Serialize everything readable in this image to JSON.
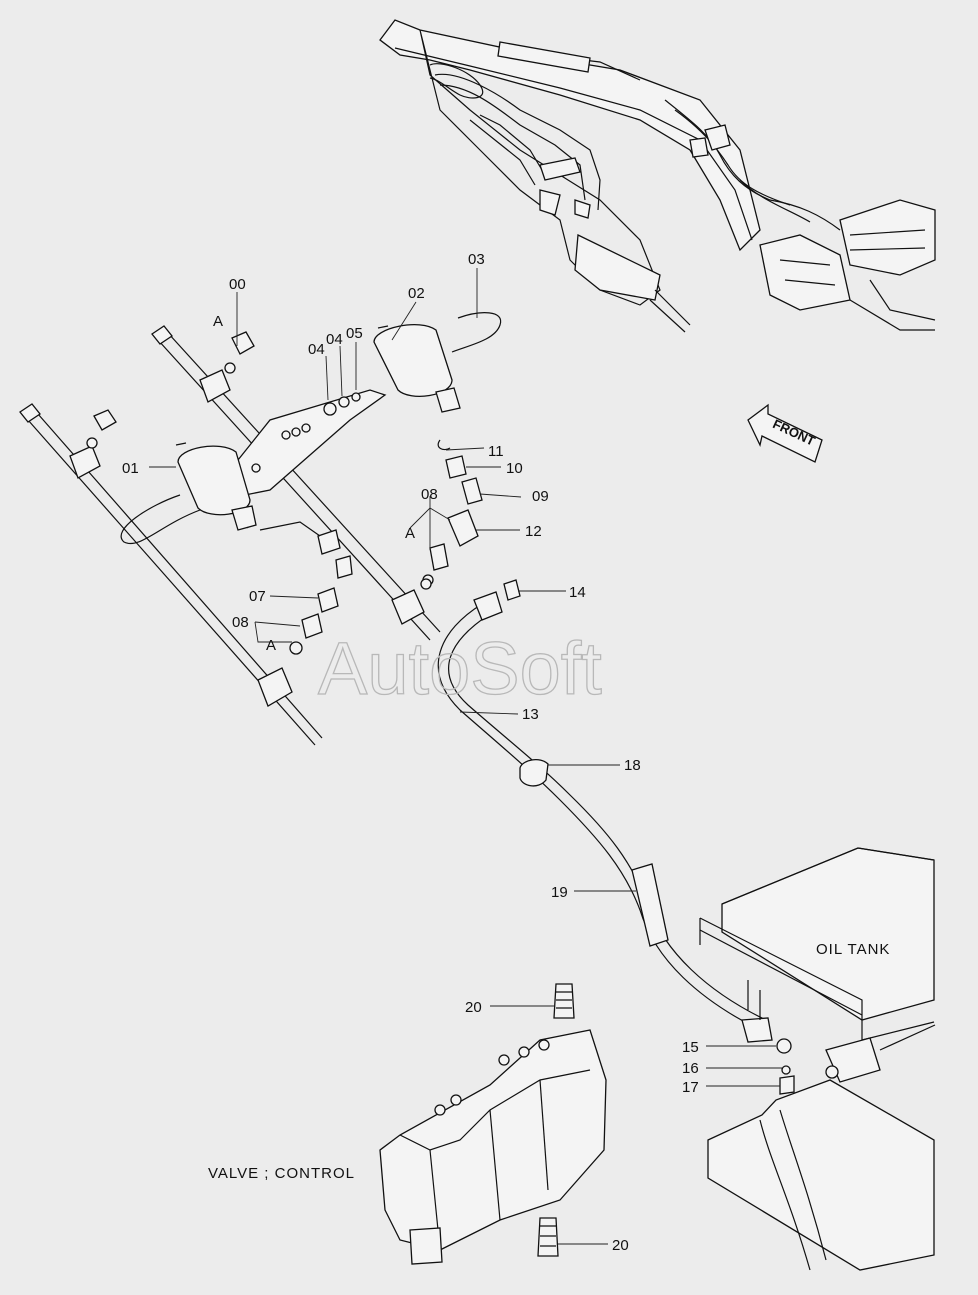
{
  "watermark": "AutoSoft",
  "direction_label": "FRONT",
  "assembly_labels": {
    "oil_tank": "OIL TANK",
    "control_valve": "VALVE ; CONTROL"
  },
  "detail_marker": "A",
  "callouts": [
    {
      "id": "callout-00",
      "text": "00"
    },
    {
      "id": "callout-01",
      "text": "01"
    },
    {
      "id": "callout-02",
      "text": "02"
    },
    {
      "id": "callout-03",
      "text": "03"
    },
    {
      "id": "callout-04a",
      "text": "04"
    },
    {
      "id": "callout-04b",
      "text": "04"
    },
    {
      "id": "callout-05",
      "text": "05"
    },
    {
      "id": "callout-07",
      "text": "07"
    },
    {
      "id": "callout-08a",
      "text": "08"
    },
    {
      "id": "callout-08b",
      "text": "08"
    },
    {
      "id": "callout-09",
      "text": "09"
    },
    {
      "id": "callout-10",
      "text": "10"
    },
    {
      "id": "callout-11",
      "text": "11"
    },
    {
      "id": "callout-12",
      "text": "12"
    },
    {
      "id": "callout-13",
      "text": "13"
    },
    {
      "id": "callout-14",
      "text": "14"
    },
    {
      "id": "callout-15",
      "text": "15"
    },
    {
      "id": "callout-16",
      "text": "16"
    },
    {
      "id": "callout-17",
      "text": "17"
    },
    {
      "id": "callout-18",
      "text": "18"
    },
    {
      "id": "callout-19",
      "text": "19"
    },
    {
      "id": "callout-20a",
      "text": "20"
    },
    {
      "id": "callout-20b",
      "text": "20"
    }
  ]
}
